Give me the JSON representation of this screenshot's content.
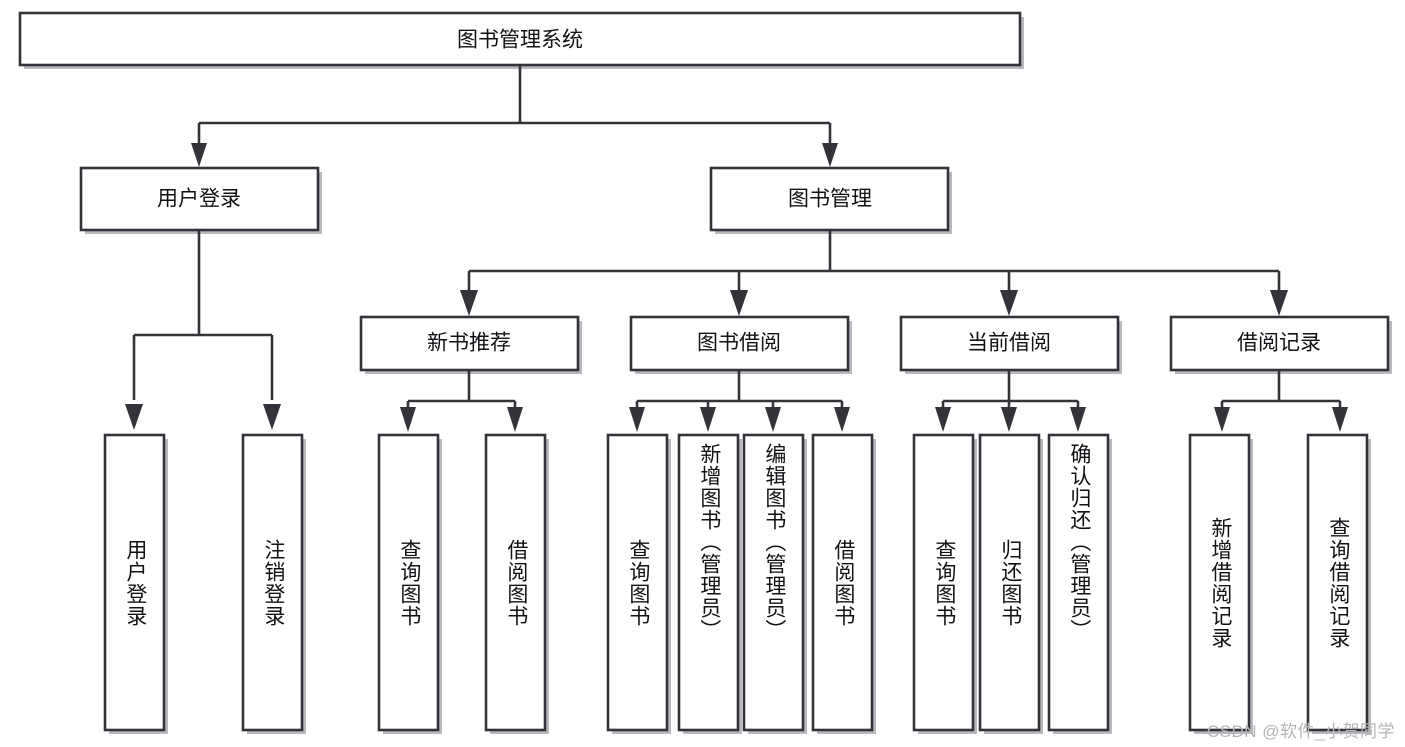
{
  "diagram": {
    "title": "图书管理系统",
    "type": "hierarchy-tree",
    "watermark": "CSDN @软件_小贺同学",
    "colors": {
      "box_stroke": "#33343a",
      "box_fill": "#ffffff",
      "box_shadow": "#b9b9bd",
      "text": "#111216",
      "watermark": "#b5b5b8",
      "background": "#ffffff"
    },
    "root": {
      "label": "图书管理系统",
      "children": [
        {
          "label": "用户登录",
          "children": [
            {
              "label": "用户登录"
            },
            {
              "label": "注销登录"
            }
          ]
        },
        {
          "label": "图书管理",
          "children": [
            {
              "label": "新书推荐",
              "children": [
                {
                  "label": "查询图书"
                },
                {
                  "label": "借阅图书"
                }
              ]
            },
            {
              "label": "图书借阅",
              "children": [
                {
                  "label": "查询图书"
                },
                {
                  "label": "新增图书（管理员）"
                },
                {
                  "label": "编辑图书（管理员）"
                },
                {
                  "label": "借阅图书"
                }
              ]
            },
            {
              "label": "当前借阅",
              "children": [
                {
                  "label": "查询图书"
                },
                {
                  "label": "归还图书"
                },
                {
                  "label": "确认归还（管理员）"
                }
              ]
            },
            {
              "label": "借阅记录",
              "children": [
                {
                  "label": "新增借阅记录"
                },
                {
                  "label": "查询借阅记录"
                }
              ]
            }
          ]
        }
      ]
    },
    "nodes": {
      "root_title": "图书管理系统",
      "l1": [
        {
          "id": "user-login",
          "label": "用户登录"
        },
        {
          "id": "book-manage",
          "label": "图书管理"
        }
      ],
      "l2": [
        {
          "id": "new-book-rec",
          "label": "新书推荐"
        },
        {
          "id": "book-borrow",
          "label": "图书借阅"
        },
        {
          "id": "current-borrow",
          "label": "当前借阅"
        },
        {
          "id": "borrow-record",
          "label": "借阅记录"
        }
      ],
      "leaves": [
        {
          "id": "leaf-user-login",
          "label": "用户登录"
        },
        {
          "id": "leaf-logout",
          "label": "注销登录"
        },
        {
          "id": "leaf-query-book-1",
          "label": "查询图书"
        },
        {
          "id": "leaf-borrow-book-1",
          "label": "借阅图书"
        },
        {
          "id": "leaf-query-book-2",
          "label": "查询图书"
        },
        {
          "id": "leaf-add-book",
          "label": "新增图书（管理员）"
        },
        {
          "id": "leaf-edit-book",
          "label": "编辑图书（管理员）"
        },
        {
          "id": "leaf-borrow-book-2",
          "label": "借阅图书"
        },
        {
          "id": "leaf-query-book-3",
          "label": "查询图书"
        },
        {
          "id": "leaf-return-book",
          "label": "归还图书"
        },
        {
          "id": "leaf-confirm-return",
          "label": "确认归还（管理员）"
        },
        {
          "id": "leaf-add-record",
          "label": "新增借阅记录"
        },
        {
          "id": "leaf-query-record",
          "label": "查询借阅记录"
        }
      ]
    }
  }
}
